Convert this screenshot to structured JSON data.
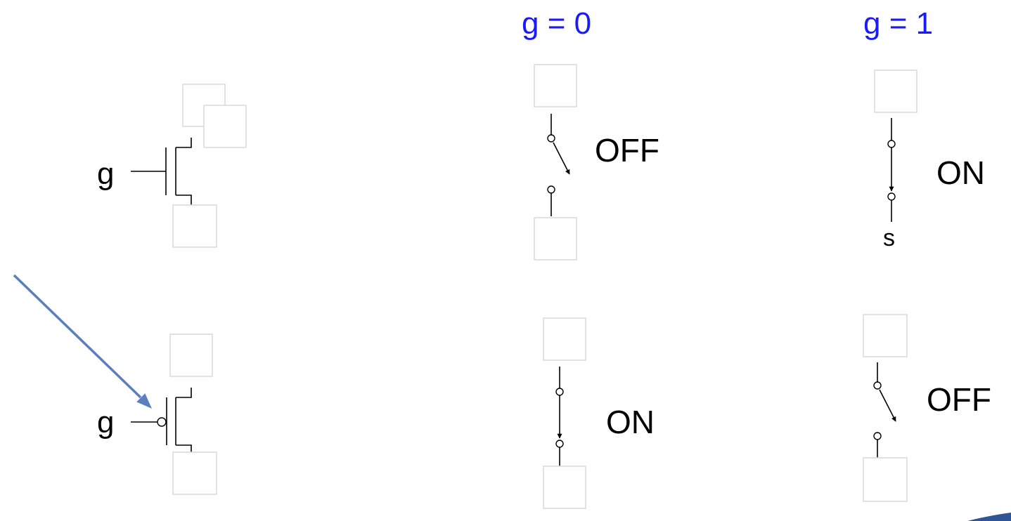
{
  "headers": {
    "col_g0": "g = 0",
    "col_g1": "g = 1"
  },
  "transistors": {
    "nmos_gate_label": "g",
    "pmos_gate_label": "g"
  },
  "switches": {
    "nmos_g0_state": "OFF",
    "nmos_g1_state": "ON",
    "nmos_g1_source_label": "s",
    "pmos_g0_state": "ON",
    "pmos_g1_state": "OFF"
  },
  "colors": {
    "header": "#1a1aff",
    "arrow": "#5b7fbe",
    "placeholder_border": "#d9d9d9"
  }
}
